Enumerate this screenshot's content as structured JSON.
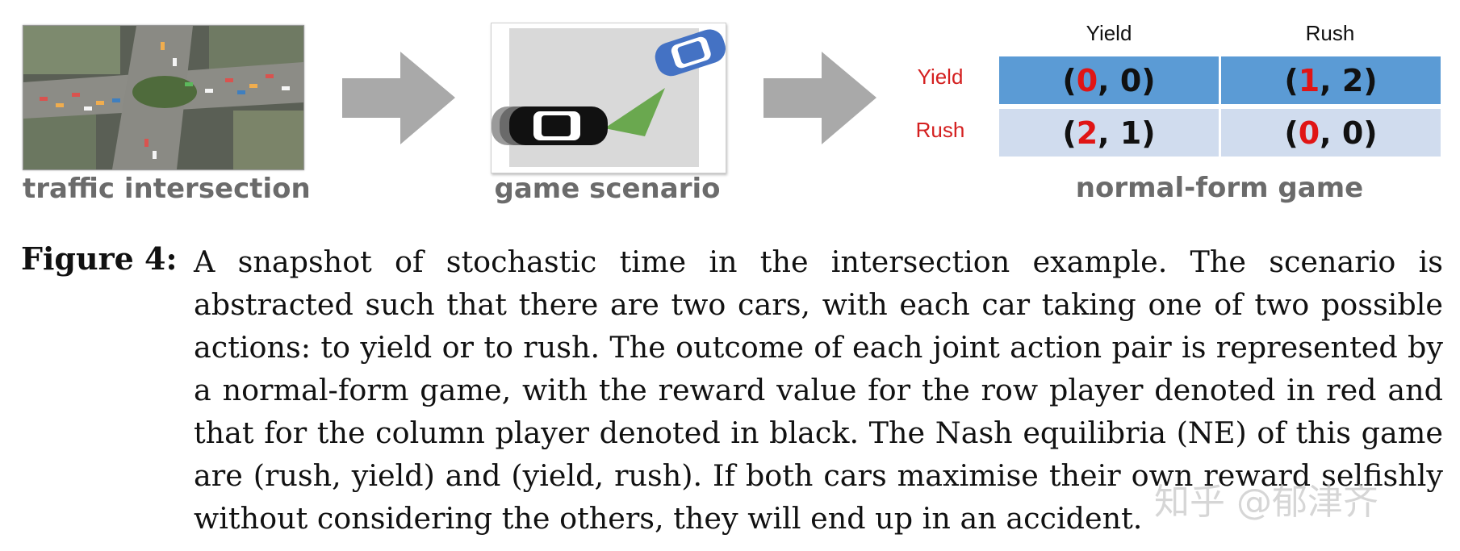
{
  "panels": {
    "traffic": {
      "caption": "traffic intersection"
    },
    "scenario": {
      "caption": "game scenario"
    },
    "game": {
      "caption": "normal-form game"
    }
  },
  "payoff_table": {
    "col_headers": [
      "Yield",
      "Rush"
    ],
    "row_headers": [
      "Yield",
      "Rush"
    ],
    "cells": [
      [
        {
          "row": "0",
          "col": "0"
        },
        {
          "row": "1",
          "col": "2"
        }
      ],
      [
        {
          "row": "2",
          "col": "1"
        },
        {
          "row": "0",
          "col": "0"
        }
      ]
    ]
  },
  "figure": {
    "label": "Figure 4:",
    "caption": "A snapshot of stochastic time in the intersection example. The scenario is abstracted such that there are two cars, with each car taking one of two possible actions: to yield or to rush. The outcome of each joint action pair is represented by a normal-form game, with the reward value for the row player denoted in red and that for the column player denoted in black. The Nash equilibria (NE) of this game are (rush, yield) and (yield, rush). If both cars maximise their own reward selfishly without considering the others, they will end up in an accident."
  },
  "watermark": "知乎 @郁津齐",
  "colors": {
    "row_player": "#e01515",
    "header_row_dark": "#5b9bd5",
    "header_row_light": "#d0dcee",
    "arrow": "#a9a9a9",
    "caption_gray": "#6b6b6b"
  }
}
